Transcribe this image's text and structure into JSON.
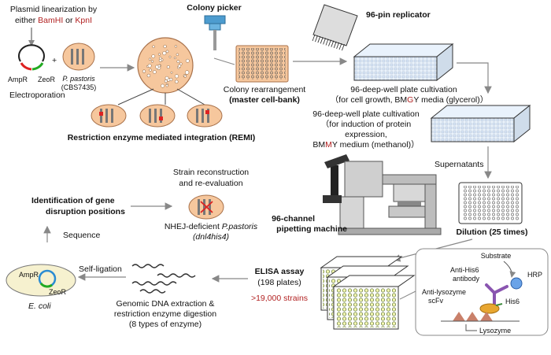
{
  "plasmid": {
    "line1": "Plasmid linearization by",
    "line2_prefix": "either ",
    "enzyme1": "BamHI",
    "or": " or ",
    "enzyme2": "KpnI",
    "amp": "AmpR",
    "zeo": "ZeoR",
    "plus": "+",
    "electroporation": "Electroporation"
  },
  "host": {
    "species": "P. pastoris",
    "strain": "(CBS7435)"
  },
  "remi": {
    "label": "Restriction enzyme mediated integration (REMI)"
  },
  "colony_picker": {
    "label": "Colony picker"
  },
  "replicator": {
    "label": "96-pin replicator"
  },
  "rearrangement": {
    "line1": "Colony rearrangement",
    "line2": "(master cell-bank)"
  },
  "cultivation1": {
    "line1": "96-deep-well plate cultivation",
    "line2_prefix": "（for cell growth, BM",
    "line2_highlight": "G",
    "line2_suffix": "Y media (glycerol)）"
  },
  "cultivation2": {
    "line1": "96-deep-well plate cultivation",
    "line2": "（for induction of protein",
    "line3": "expression,",
    "line4_prefix": "BM",
    "line4_highlight": "M",
    "line4_suffix": "Y medium (methanol)）"
  },
  "supernatants": {
    "label": "Supernatants"
  },
  "pipetting": {
    "line1": "96-channel",
    "line2": "pipetting machine"
  },
  "dilution": {
    "label": "Dilution (25 times)"
  },
  "elisa": {
    "line1": "ELISA assay",
    "line2": "(198 plates)",
    "line3": ">19,000 strains"
  },
  "assay_detail": {
    "substrate": "Substrate",
    "anti_his_1": "Anti-His6",
    "anti_his_2": "antibody",
    "hrp": "HRP",
    "scfv_1": "Anti-lysozyme",
    "scfv_2": "scFv",
    "his": "His6",
    "lysozyme": "Lysozyme"
  },
  "genomic": {
    "line1": "Genomic DNA extraction &",
    "line2": "restriction enzyme digestion",
    "line3": "(8 types of enzyme)"
  },
  "self_ligation": {
    "label": "Self-ligation"
  },
  "ecoli": {
    "amp": "AmpR",
    "zeo": "ZeoR",
    "label": "E. coli"
  },
  "sequence": {
    "label": "Sequence"
  },
  "identification": {
    "line1": "Identification of gene",
    "line2": "disruption positions"
  },
  "reconstruction": {
    "line1": "Strain reconstruction",
    "line2": "and re-evaluation",
    "line3_prefix": "NHEJ-deficient ",
    "line3_species": "P.pastoris",
    "line4": "(dnl4his4)"
  }
}
